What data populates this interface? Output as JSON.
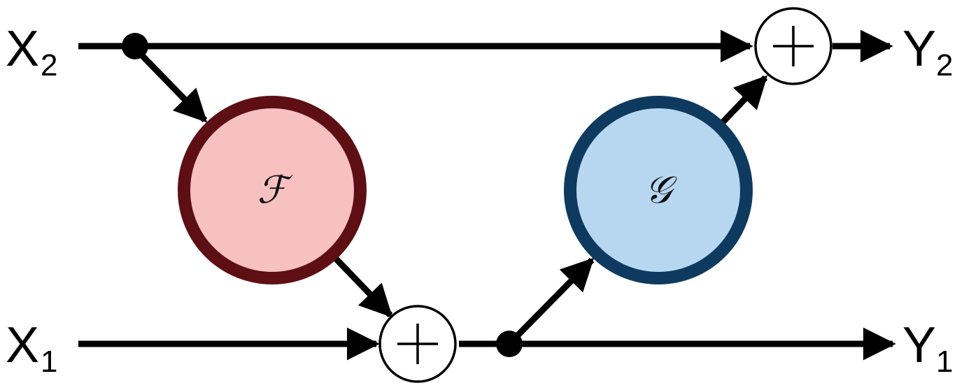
{
  "inputs": {
    "x2": {
      "base": "X",
      "sub": "2"
    },
    "x1": {
      "base": "X",
      "sub": "1"
    }
  },
  "outputs": {
    "y2": {
      "base": "Y",
      "sub": "2"
    },
    "y1": {
      "base": "Y",
      "sub": "1"
    }
  },
  "nodes": {
    "f": {
      "symbol": "ℱ",
      "fill": "#f7c0c1",
      "stroke": "#5e0f13"
    },
    "g": {
      "symbol": "𝒢",
      "fill": "#b7d7f1",
      "stroke": "#0f3a60"
    }
  },
  "adders": {
    "top": {
      "symbol": "+"
    },
    "bottom": {
      "symbol": "+"
    }
  },
  "colors": {
    "line": "#000000",
    "adder_fill": "#ffffff"
  }
}
